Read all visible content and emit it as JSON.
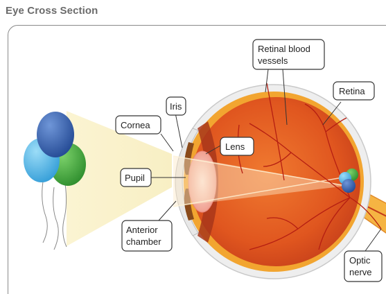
{
  "page": {
    "title": "Eye Cross Section"
  },
  "diagram": {
    "labels": {
      "retinal_blood_vessels_line1": "Retinal blood",
      "retinal_blood_vessels_line2": "vessels",
      "retina": "Retina",
      "iris": "Iris",
      "cornea": "Cornea",
      "lens": "Lens",
      "pupil": "Pupil",
      "anterior_chamber_line1": "Anterior",
      "anterior_chamber_line2": "chamber",
      "optic_nerve_line1": "Optic",
      "optic_nerve_line2": "nerve"
    },
    "colors": {
      "eye_interior": "#e0561f",
      "eye_outer": "#f2a530",
      "sclera": "#efefef",
      "lens": "#f4a89a",
      "balloon_blue_light": "#4fb6e8",
      "balloon_blue_dark": "#2f5fa8",
      "balloon_green": "#3aa340",
      "light_beam": "#fbf2c8",
      "label_border": "#333333"
    }
  }
}
